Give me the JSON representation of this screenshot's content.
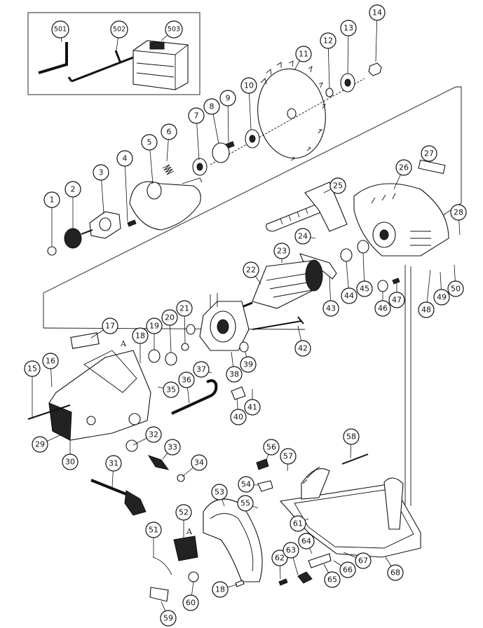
{
  "diagram": {
    "markers": [
      "A",
      "A"
    ],
    "callouts": [
      "1",
      "2",
      "3",
      "4",
      "5",
      "6",
      "7",
      "8",
      "9",
      "10",
      "11",
      "12",
      "13",
      "14",
      "15",
      "16",
      "17",
      "18",
      "19",
      "20",
      "21",
      "22",
      "23",
      "24",
      "25",
      "26",
      "27",
      "28",
      "29",
      "30",
      "31",
      "32",
      "33",
      "34",
      "35",
      "36",
      "37",
      "38",
      "39",
      "40",
      "41",
      "42",
      "43",
      "44",
      "45",
      "46",
      "47",
      "48",
      "49",
      "50",
      "51",
      "52",
      "53",
      "54",
      "55",
      "56",
      "57",
      "58",
      "59",
      "60",
      "61",
      "62",
      "63",
      "64",
      "65",
      "66",
      "67",
      "68",
      "18",
      "501",
      "502",
      "503"
    ]
  }
}
